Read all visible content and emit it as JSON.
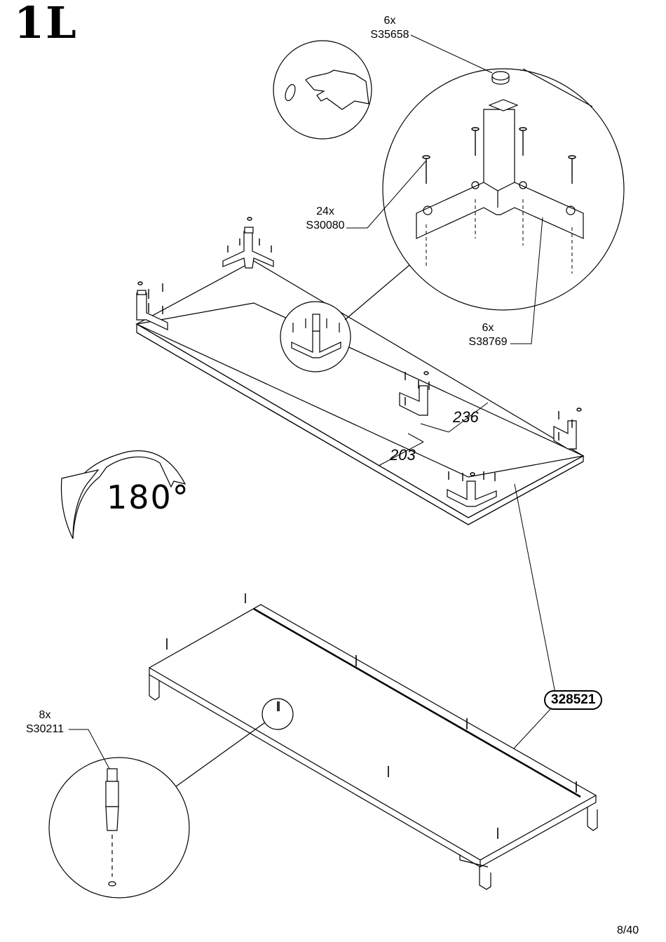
{
  "step": "1L",
  "callouts": {
    "pad_qty": "6x",
    "pad_code": "S35658",
    "screw_qty": "24x",
    "screw_code": "S30080",
    "leg_qty": "6x",
    "leg_code": "S38769",
    "cam_qty": "8x",
    "cam_code": "S30211"
  },
  "dimensions": {
    "a": "236",
    "b": "203"
  },
  "rotation": {
    "angle": "180°"
  },
  "part_number": "328521",
  "page_number": "8/40"
}
